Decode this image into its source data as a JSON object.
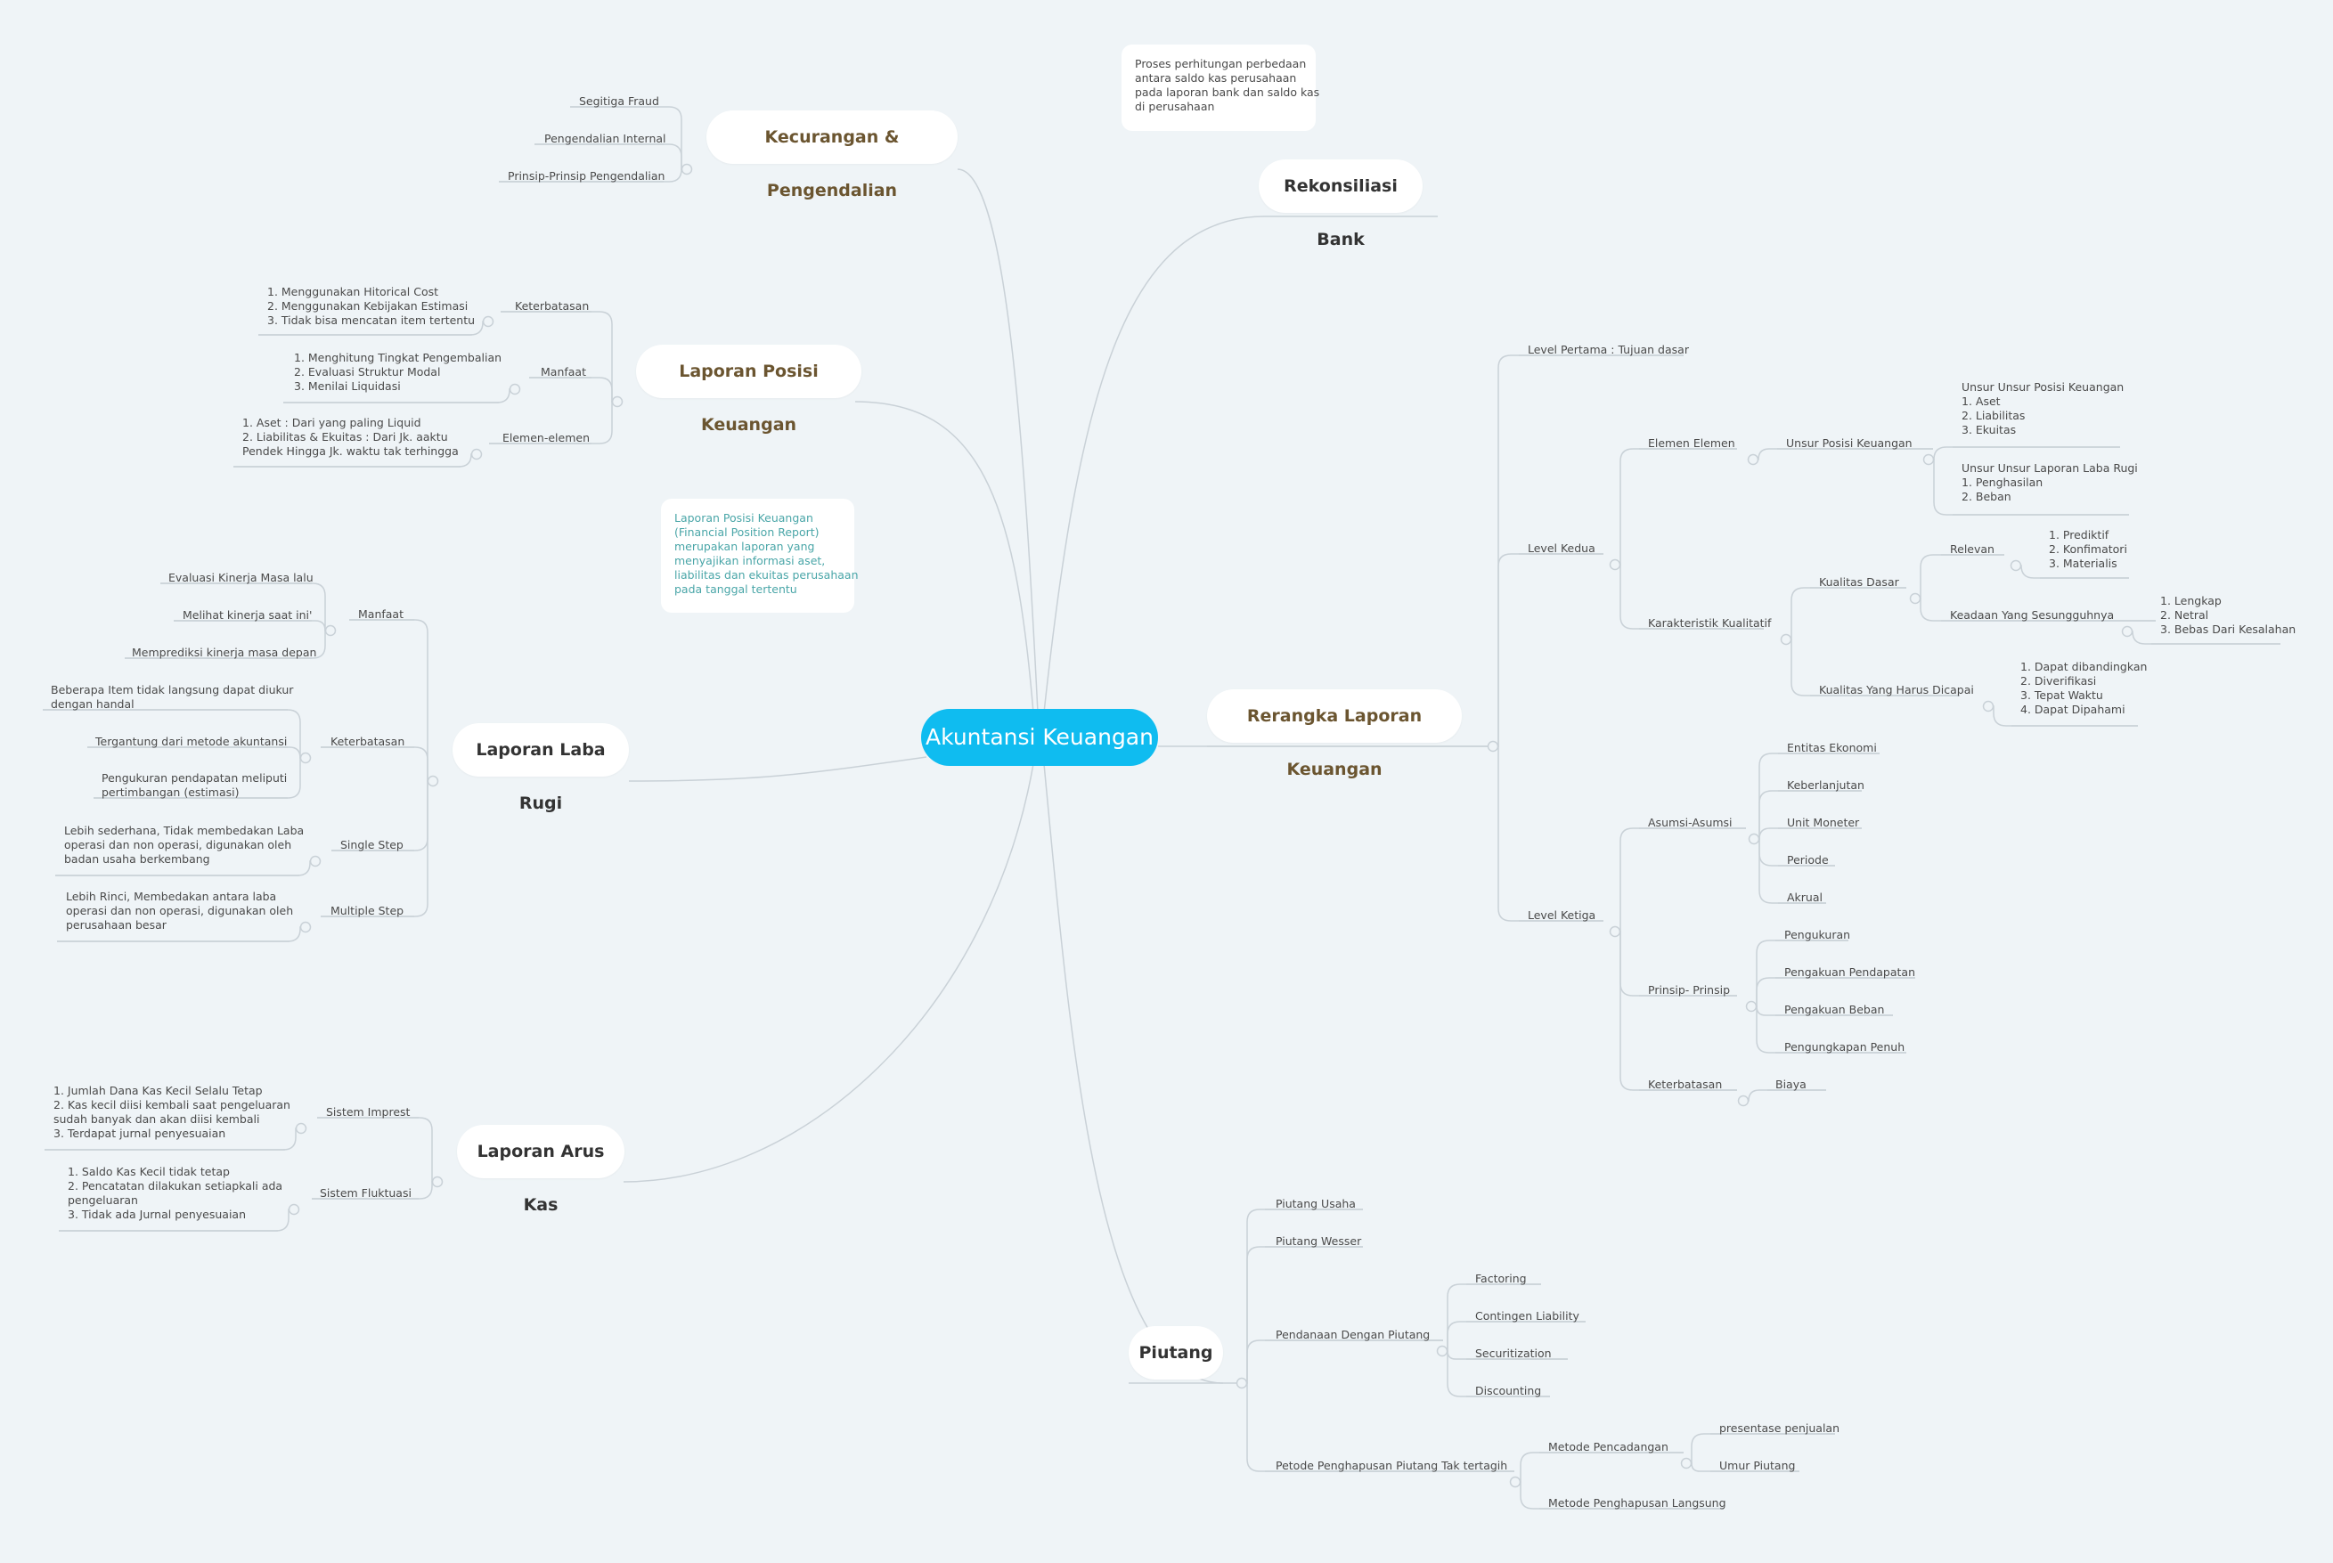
{
  "central": "Akuntansi Keuangan",
  "colors": {
    "central": "#0fbcf0",
    "line": "#c9d1d7",
    "note_text_teal": "#4aa6a8"
  },
  "branches": {
    "kecurangan": "Kecurangan & Pengendalian",
    "rekonsiliasi": "Rekonsiliasi Bank",
    "posisi": "Laporan Posisi Keuangan",
    "labarugi": "Laporan Laba Rugi",
    "arus": "Laporan Arus Kas",
    "rerangka": "Rerangka Laporan Keuangan",
    "piutang": "Piutang"
  },
  "notes": {
    "rekonsiliasi": "Proses perhitungan perbedaan\nantara saldo kas perusahaan\npada laporan bank dan saldo kas\ndi perusahaan",
    "posisi": "Laporan Posisi Keuangan\n(Financial Position Report)\nmerupakan laporan yang\nmenyajikan informasi aset,\nliabilitas dan ekuitas perusahaan\npada tanggal tertentu"
  },
  "kecurangan": {
    "items": [
      "Segitiga Fraud",
      "Pengendalian Internal",
      "Prinsip-Prinsip Pengendalian"
    ]
  },
  "posisi": {
    "keterbatasan": "Keterbatasan",
    "keterbatasan_detail": "1. Menggunakan Hitorical Cost\n2. Menggunakan Kebijakan Estimasi\n3. Tidak bisa mencatan item tertentu",
    "manfaat": "Manfaat",
    "manfaat_detail": "1. Menghitung Tingkat Pengembalian\n2. Evaluasi Struktur Modal\n3. Menilai Liquidasi",
    "elemen": "Elemen-elemen",
    "elemen_detail": "1. Aset : Dari yang paling Liquid\n2. Liabilitas & Ekuitas : Dari Jk. aaktu\nPendek Hingga Jk. waktu tak terhingga"
  },
  "labarugi": {
    "manfaat": "Manfaat",
    "manfaat_items": [
      "Evaluasi Kinerja Masa lalu",
      "Melihat kinerja saat ini'",
      "Memprediksi kinerja masa depan"
    ],
    "keterbatasan": "Keterbatasan",
    "keterbatasan_items": [
      "Beberapa Item tidak langsung dapat diukur\ndengan handal",
      "Tergantung dari metode akuntansi",
      "Pengukuran pendapatan meliputi\npertimbangan (estimasi)"
    ],
    "single": "Single Step",
    "single_detail": "Lebih sederhana, Tidak membedakan Laba\noperasi dan non operasi, digunakan oleh\nbadan usaha berkembang",
    "multiple": "Multiple Step",
    "multiple_detail": "Lebih Rinci, Membedakan antara laba\noperasi dan non operasi, digunakan oleh\nperusahaan besar"
  },
  "arus": {
    "imprest": "Sistem Imprest",
    "imprest_detail": "1. Jumlah Dana Kas Kecil Selalu Tetap\n2. Kas kecil diisi kembali saat pengeluaran\nsudah banyak dan akan diisi kembali\n3. Terdapat jurnal penyesuaian",
    "fluktuasi": "Sistem Fluktuasi",
    "fluktuasi_detail": "1. Saldo Kas Kecil tidak tetap\n2. Pencatatan dilakukan setiapkali ada\npengeluaran\n3. Tidak ada Jurnal penyesuaian"
  },
  "rerangka": {
    "level1": "Level Pertama : Tujuan dasar",
    "level2": "Level Kedua",
    "elemen": "Elemen Elemen",
    "unsur_posisi": "Unsur Posisi Keuangan",
    "unsur_posisi_detail": "Unsur Unsur Posisi Keuangan\n1. Aset\n2. Liabilitas\n3. Ekuitas",
    "unsur_laba_detail": "Unsur Unsur Laporan Laba Rugi\n1. Penghasilan\n2. Beban",
    "karakteristik": "Karakteristik Kualitatif",
    "kualitas_dasar": "Kualitas Dasar",
    "relevan": "Relevan",
    "relevan_detail": "1. Prediktif\n2. Konfimatori\n3. Materialis",
    "keadaan": "Keadaan Yang Sesungguhnya",
    "keadaan_detail": "1. Lengkap\n2. Netral\n3. Bebas Dari Kesalahan",
    "kualitas_harus": "Kualitas Yang Harus Dicapai",
    "kualitas_harus_detail": "1. Dapat dibandingkan\n2. Diverifikasi\n3. Tepat Waktu\n4. Dapat Dipahami",
    "level3": "Level Ketiga",
    "asumsi": "Asumsi-Asumsi",
    "asumsi_items": [
      "Entitas Ekonomi",
      "Keberlanjutan",
      "Unit Moneter",
      "Periode",
      "Akrual"
    ],
    "prinsip": "Prinsip- Prinsip",
    "prinsip_items": [
      "Pengukuran",
      "Pengakuan Pendapatan",
      "Pengakuan Beban",
      "Pengungkapan Penuh"
    ],
    "keterbatasan": "Keterbatasan",
    "biaya": "Biaya"
  },
  "piutang": {
    "usaha": "Piutang Usaha",
    "wesser": "Piutang Wesser",
    "pendanaan": "Pendanaan Dengan Piutang",
    "pendanaan_items": [
      "Factoring",
      "Contingen Liability",
      "Securitization",
      "Discounting"
    ],
    "petode": "Petode Penghapusan Piutang Tak tertagih",
    "pencadangan": "Metode Pencadangan",
    "pencadangan_items": [
      "presentase penjualan",
      "Umur Piutang"
    ],
    "langsung": "Metode Penghapusan Langsung"
  }
}
